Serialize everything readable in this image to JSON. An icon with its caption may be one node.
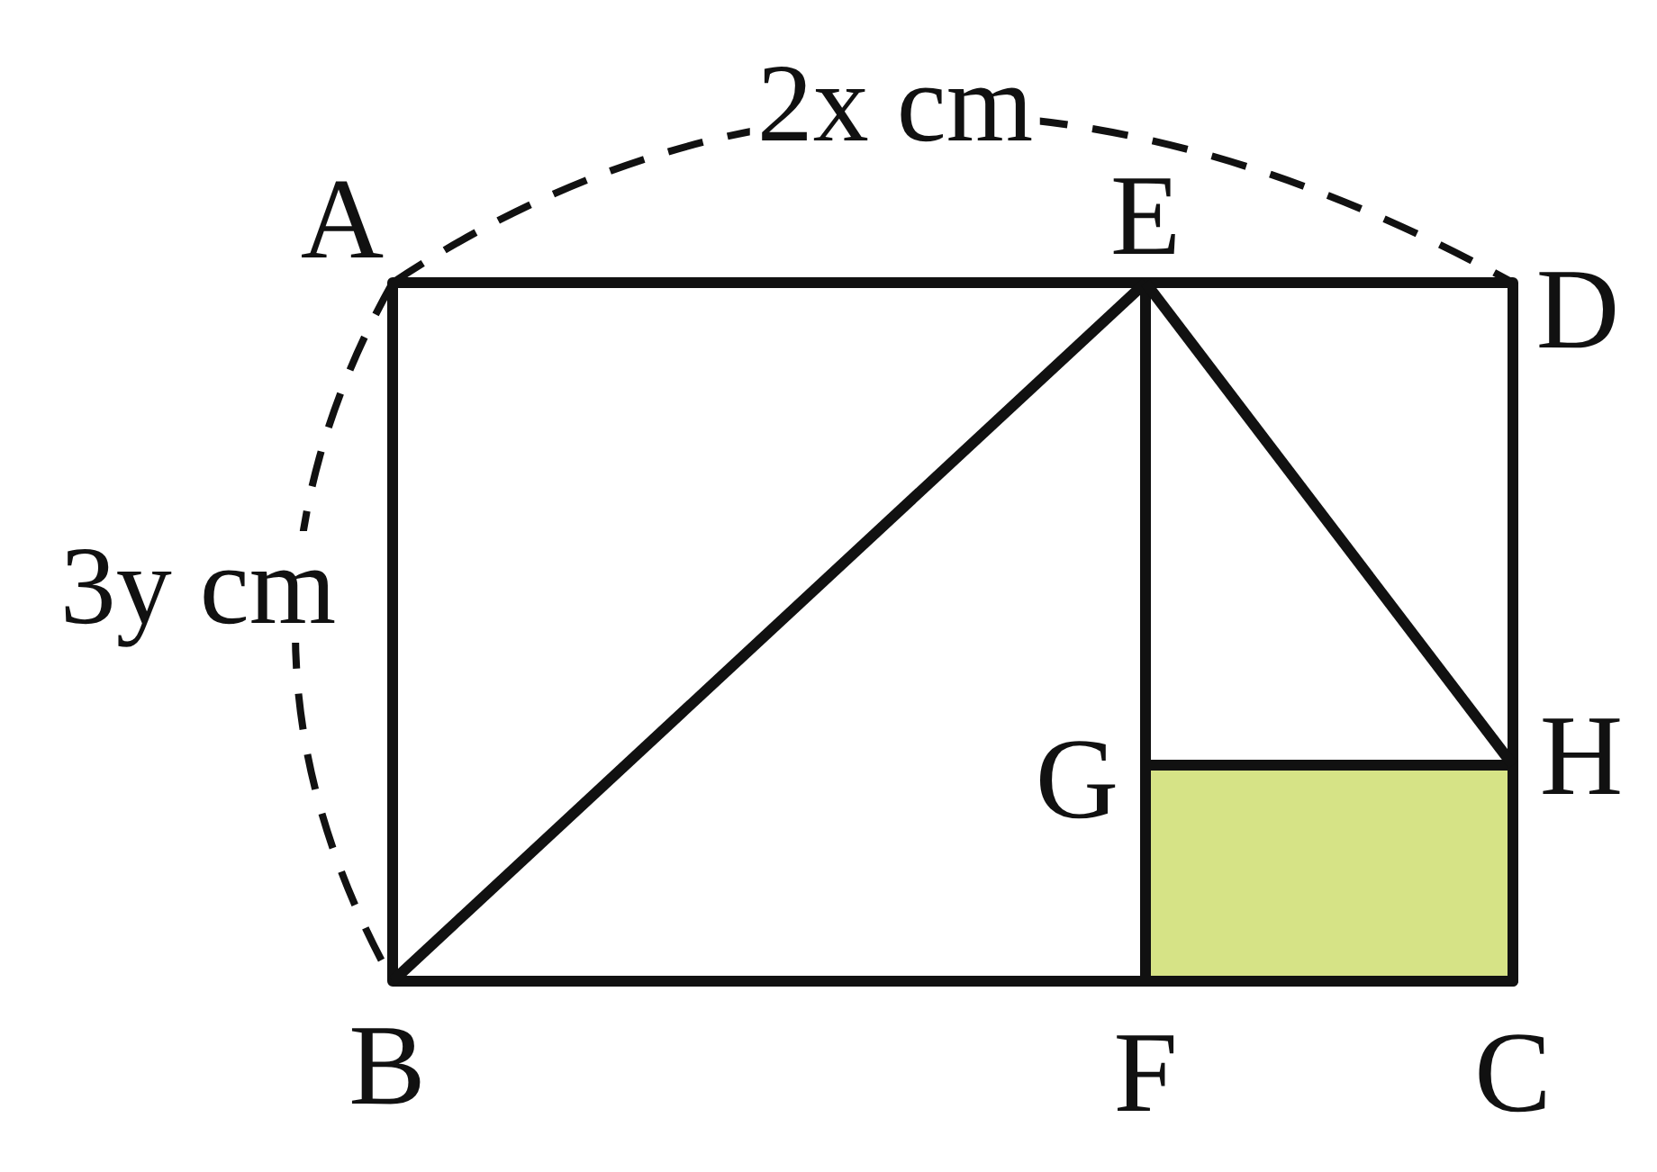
{
  "diagram": {
    "labels": [
      "2x cm",
      "A",
      "E",
      "D",
      "3y cm",
      "G",
      "H",
      "B",
      "F",
      "C"
    ]
  }
}
